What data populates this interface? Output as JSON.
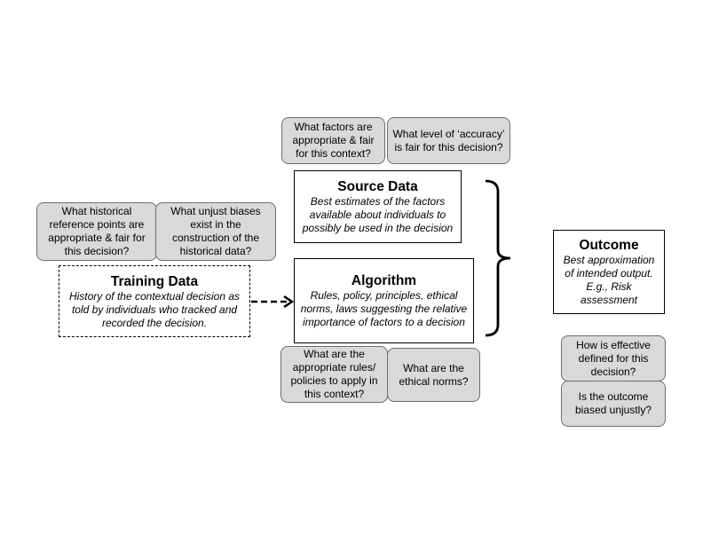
{
  "questions": {
    "factors_fair": "What factors are appropriate & fair for this context?",
    "accuracy_fair": "What level of ‘accuracy’ is fair for this decision?",
    "historical_reference": "What historical reference points are appropriate & fair for this decision?",
    "unjust_biases": "What unjust biases exist in the construction of the historical data?",
    "rules_policies": "What are the appropriate rules/ policies to apply in this context?",
    "ethical_norms": "What are the ethical norms?",
    "effective_defined": "How is effective defined for this decision?",
    "outcome_biased": "Is the outcome biased unjustly?"
  },
  "source_data": {
    "title": "Source Data",
    "description": "Best estimates of the factors available about individuals to possibly be used in the decision"
  },
  "algorithm": {
    "title": "Algorithm",
    "description": "Rules, policy, principles, ethical norms, laws suggesting the relative importance of factors to a decision"
  },
  "training_data": {
    "title": "Training Data",
    "description": "History of the contextual decision as told by individuals who tracked and recorded  the decision."
  },
  "outcome": {
    "title": "Outcome",
    "description": "Best approximation of intended output. E.g., Risk assessment"
  }
}
